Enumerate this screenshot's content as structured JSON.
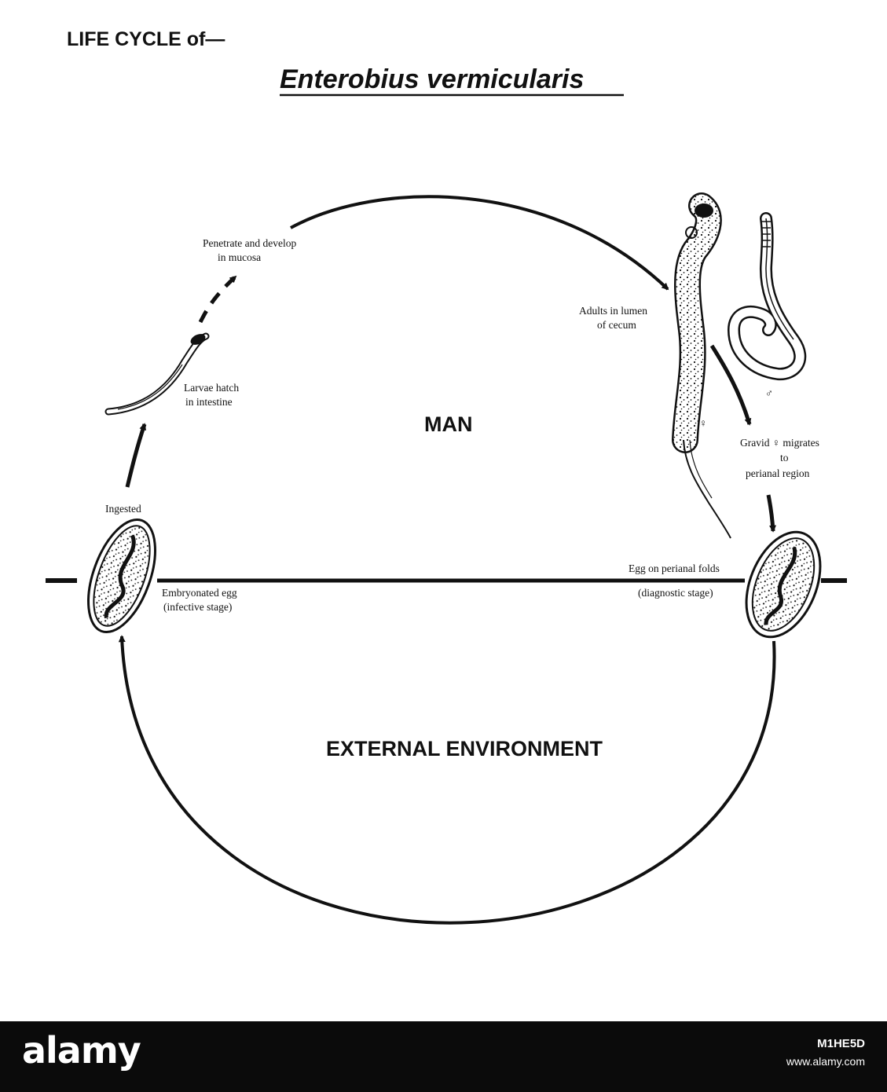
{
  "title": {
    "line1": "LIFE CYCLE of—",
    "line2": "Enterobius vermicularis"
  },
  "regions": {
    "host": "MAN",
    "environment": "EXTERNAL ENVIRONMENT"
  },
  "labels": {
    "penetrate_1": "Penetrate and develop",
    "penetrate_2": "in mucosa",
    "adults_1": "Adults in lumen",
    "adults_2": "of cecum",
    "larvae_1": "Larvae hatch",
    "larvae_2": "in intestine",
    "female_symbol": "♀",
    "male_symbol": "♂",
    "gravid_1": "Gravid ♀ migrates",
    "gravid_2": "to",
    "gravid_3": "perianal region",
    "ingested": "Ingested",
    "embryonated_1": "Embryonated egg",
    "embryonated_2": "(infective stage)",
    "perianal_1": "Egg on perianal folds",
    "perianal_2": "(diagnostic stage)"
  },
  "watermark": {
    "logo": "alamy",
    "image_id": "M1HE5D",
    "url": "www.alamy.com"
  },
  "colors": {
    "ink": "#111111",
    "paper": "#ffffff",
    "banner": "#0b0b0b"
  },
  "icons": [
    "egg-icon",
    "larva-icon",
    "female-worm-icon",
    "male-worm-icon",
    "arrow-icon"
  ]
}
